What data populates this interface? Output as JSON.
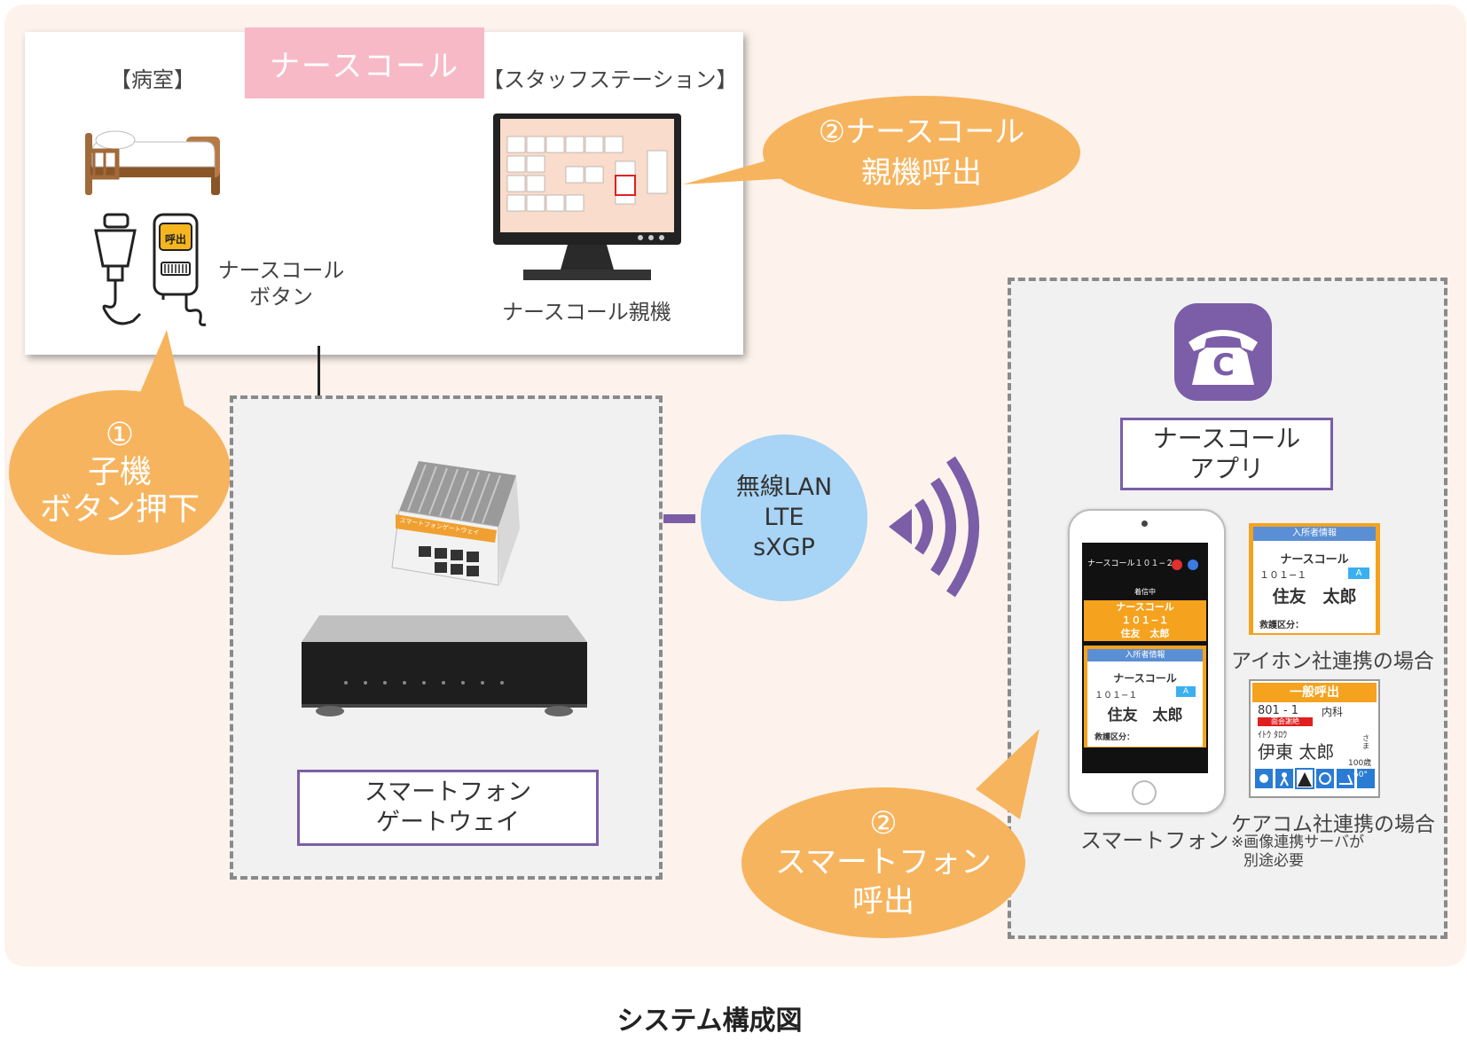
{
  "caption": "システム構成図",
  "header": {
    "nurse_call": "ナースコール"
  },
  "room": {
    "label": "【病室】",
    "button_label_1": "ナースコール",
    "button_label_2": "ボタン",
    "call_button": "呼出"
  },
  "station": {
    "label": "【スタッフステーション】",
    "master_label": "ナースコール親機"
  },
  "bubbles": {
    "step1": {
      "num": "①",
      "line1": "子機",
      "line2": "ボタン押下"
    },
    "step2_master": {
      "line1": "②ナースコール",
      "line2": "親機呼出"
    },
    "step2_phone": {
      "num": "②",
      "line1": "スマートフォン",
      "line2": "呼出"
    }
  },
  "gateway": {
    "line1": "スマートフォン",
    "line2": "ゲートウェイ",
    "device_text": "スマートフォンゲートウェイ"
  },
  "network": {
    "line1": "無線LAN",
    "line2": "LTE",
    "line3": "sXGP"
  },
  "app": {
    "line1": "ナースコール",
    "line2": "アプリ",
    "icon_letter": "C"
  },
  "phone": {
    "label": "スマートフォン",
    "notif_title": "ナースコール１０１−２",
    "incoming": "着信中",
    "call_line1": "ナースコール",
    "call_line2": "１０１−１",
    "call_line3": "住友　太郎",
    "info_header": "入所者情報",
    "info_title": "ナースコール",
    "info_room": "１０１−１",
    "info_badge": "A",
    "info_name": "住友　太郎",
    "info_rescue": "救護区分："
  },
  "aiphone": {
    "caption": "アイホン社連携の場合",
    "header": "入所者情報",
    "title": "ナースコール",
    "room": "１０１−１",
    "badge": "A",
    "name": "住友　太郎",
    "rescue": "救護区分："
  },
  "carecom": {
    "caption": "ケアコム社連携の場合",
    "note1": "※画像連携サーバが",
    "note2": "別途必要",
    "header": "一般呼出",
    "room": "801 - 1",
    "dept": "内科",
    "red_tag": "面会謝絶",
    "kana": "ｲﾄｳ ﾀﾛｳ",
    "name": "伊東 太郎",
    "sama": "さま",
    "age": "100歳",
    "icon_num": "60°"
  },
  "colors": {
    "orange": "#f7b45e",
    "purple": "#7b5ea7",
    "pink": "#f8b9c6",
    "blue": "#a8d4f5"
  }
}
